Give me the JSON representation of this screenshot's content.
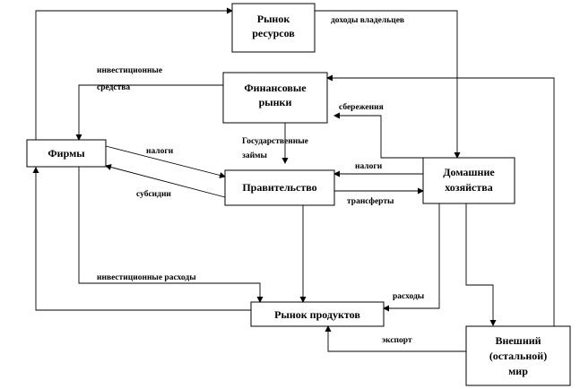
{
  "nodes": {
    "resource_market": [
      "Рынок",
      "ресурсов"
    ],
    "financial_markets": [
      "Финансовые",
      "рынки"
    ],
    "firms": [
      "Фирмы"
    ],
    "government": [
      "Правительство"
    ],
    "households": [
      "Домашние",
      "хозяйства"
    ],
    "product_market": [
      "Рынок продуктов"
    ],
    "rest_of_world": [
      "Внешний",
      "(остальной)",
      "мир"
    ]
  },
  "flows": {
    "owner_income": "доходы владельцев",
    "investment_funds_1": "инвестиционные",
    "investment_funds_2": "средства",
    "savings": "сбережения",
    "gov_bonds_1": "Государственные",
    "gov_bonds_2": "займы",
    "taxes_firms": "налоги",
    "subsidies": "субсидии",
    "taxes_households": "налоги",
    "transfers": "трансферты",
    "investment_spending": "инвестиционные расходы",
    "expenditures": "расходы",
    "export": "экспорт"
  }
}
